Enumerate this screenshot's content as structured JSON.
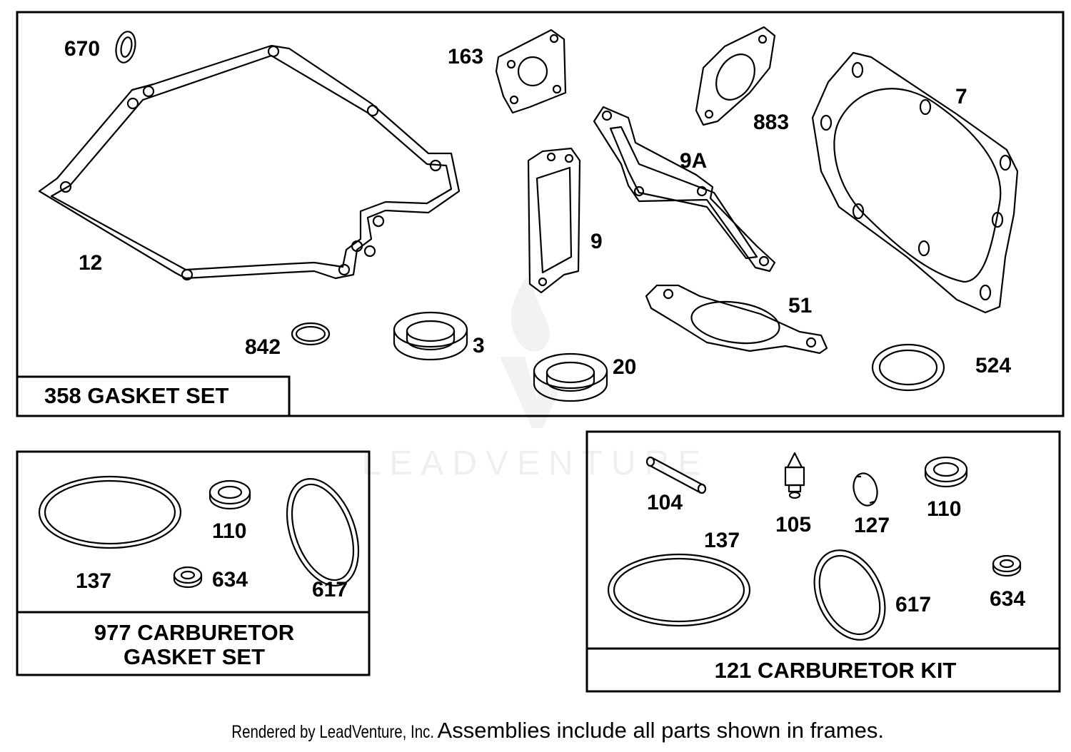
{
  "frames": {
    "gasket_set": {
      "title": "358 GASKET SET"
    },
    "carb_gasket_set": {
      "title_line1": "977 CARBURETOR",
      "title_line2": "GASKET SET"
    },
    "carb_kit": {
      "title": "121 CARBURETOR KIT"
    }
  },
  "parts": {
    "p670": "670",
    "p163": "163",
    "p883": "883",
    "p7": "7",
    "p9A": "9A",
    "p12": "12",
    "p9": "9",
    "p51": "51",
    "p842": "842",
    "p3": "3",
    "p20": "20",
    "p524": "524",
    "c137": "137",
    "c110": "110",
    "c634": "634",
    "c617": "617",
    "k104": "104",
    "k105": "105",
    "k127": "127",
    "k110": "110",
    "k137": "137",
    "k617": "617",
    "k634": "634"
  },
  "watermark": {
    "text": "LEADVENTURE"
  },
  "footer": {
    "rendered_by": "Rendered by LeadVenture, Inc.",
    "note": "Assemblies include all parts shown in frames."
  }
}
